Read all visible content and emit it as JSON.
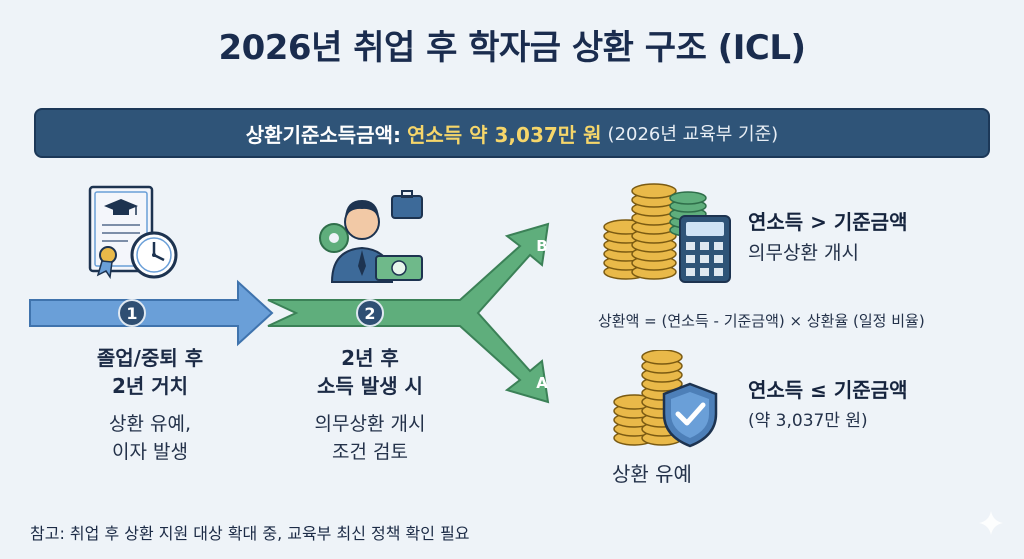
{
  "title": "2026년 취업 후 학자금 상환 구조 (ICL)",
  "banner": {
    "label": "상환기준소득금액:",
    "value": "연소득 약 3,037만 원",
    "note": "(2026년 교육부 기준)"
  },
  "steps": [
    {
      "number": "1",
      "title_line1": "졸업/중퇴 후",
      "title_line2": "2년 거치",
      "desc_line1": "상환 유예,",
      "desc_line2": "이자 발생"
    },
    {
      "number": "2",
      "title_line1": "2년 후",
      "title_line2": "소득 발생 시",
      "desc_line1": "의무상환 개시",
      "desc_line2": "조건 검토"
    }
  ],
  "branches": {
    "b": {
      "letter": "B",
      "title": "연소득 > 기준금액",
      "subtitle": "의무상환 개시",
      "formula": "상환액 = (연소득 - 기준금액) × 상환율 (일정 비율)"
    },
    "a": {
      "letter": "A",
      "title": "연소득 ≤ 기준금액",
      "subtitle": "(약 3,037만 원)",
      "caption": "상환 유예"
    }
  },
  "footer": "참고: 취업 후 상환 지원 대상 확대 중, 교육부 최신 정책 확인 필요",
  "icons": [
    "diploma-icon",
    "clock-icon",
    "graduation-cap-icon",
    "worker-icon",
    "briefcase-icon",
    "cash-icon",
    "gear-icon",
    "coin-stack-icon",
    "calculator-icon",
    "shield-check-icon",
    "sparkle-icon"
  ],
  "colors": {
    "step1_arrow": "#6a9fd8",
    "step2_arrow": "#5fae7c",
    "banner_bg": "#2f5478",
    "banner_value": "#f6d66a",
    "badge": "#2f4f73"
  }
}
